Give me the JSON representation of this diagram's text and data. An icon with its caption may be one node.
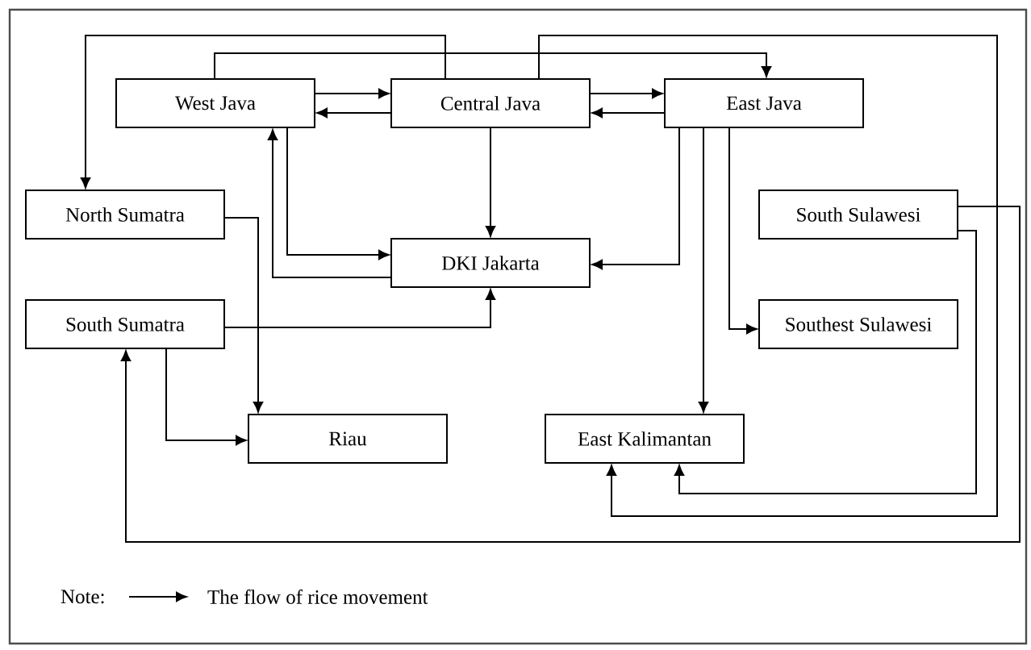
{
  "diagram": {
    "nodes": [
      {
        "text": [
          "West Java"
        ]
      },
      {
        "text": [
          "Central Java"
        ]
      },
      {
        "text": [
          "East Java"
        ]
      },
      {
        "text": [
          "North Sumatra"
        ]
      },
      {
        "text": [
          "South Sulawesi"
        ]
      },
      {
        "text": [
          "DKI Jakarta"
        ]
      },
      {
        "text": [
          "South Sumatra"
        ]
      },
      {
        "text": [
          "Southest Sulawesi"
        ]
      },
      {
        "text": [
          "Riau"
        ]
      },
      {
        "text": [
          "East Kalimantan"
        ]
      }
    ],
    "edges": [
      {
        "from": 1,
        "to": 3,
        "arrow": "to"
      },
      {
        "from": 0,
        "to": 2,
        "arrow": "to"
      },
      {
        "from": 0,
        "to": 1,
        "arrow": "to"
      },
      {
        "from": 1,
        "to": 0,
        "arrow": "to"
      },
      {
        "from": 1,
        "to": 2,
        "arrow": "to"
      },
      {
        "from": 2,
        "to": 1,
        "arrow": "to"
      },
      {
        "from": 1,
        "to": 5,
        "arrow": "to"
      },
      {
        "from": 0,
        "to": 5,
        "arrow": "to"
      },
      {
        "from": 5,
        "to": 0,
        "arrow": "to"
      },
      {
        "from": 2,
        "to": 5,
        "arrow": "to"
      },
      {
        "from": 2,
        "to": 9,
        "arrow": "to"
      },
      {
        "from": 2,
        "to": 7,
        "arrow": "to"
      },
      {
        "from": 1,
        "to": 9,
        "arrow": "to"
      },
      {
        "from": 4,
        "to": 6,
        "arrow": "to"
      },
      {
        "from": 4,
        "to": 9,
        "arrow": "to"
      },
      {
        "from": 3,
        "to": 8,
        "arrow": "to"
      },
      {
        "from": 6,
        "to": 5,
        "arrow": "to"
      },
      {
        "from": 6,
        "to": 8,
        "arrow": "to"
      }
    ],
    "labels": [
      "Note:"
    ],
    "legend": [
      {
        "text": "The flow of rice movement"
      }
    ]
  }
}
